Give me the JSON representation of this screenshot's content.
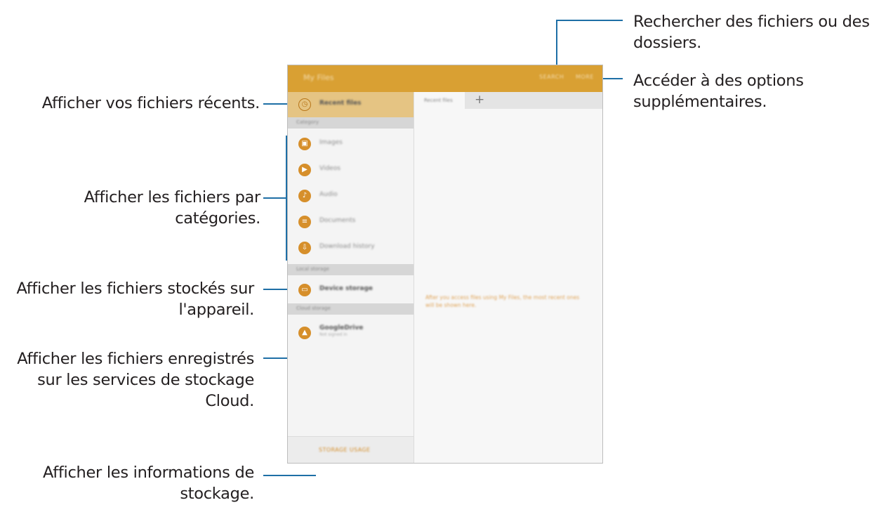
{
  "callouts": {
    "search": [
      "Rechercher des fichiers ou des",
      "dossiers."
    ],
    "more": [
      "Accéder à des options",
      "supplémentaires."
    ],
    "recent": [
      "Afficher vos fichiers récents."
    ],
    "categories": [
      "Afficher les fichiers par",
      "catégories."
    ],
    "device": [
      "Afficher les fichiers stockés sur",
      "l'appareil."
    ],
    "cloud": [
      "Afficher les fichiers enregistrés",
      "sur les services de stockage",
      "Cloud."
    ],
    "storage": [
      "Afficher les informations de",
      "stockage."
    ]
  },
  "app": {
    "title": "My Files",
    "search_label": "SEARCH",
    "more_label": "MORE"
  },
  "sidebar": {
    "recent": {
      "label": "Recent files",
      "icon": "clock-icon"
    },
    "category_header": "Category",
    "categories": [
      {
        "label": "Images",
        "icon": "image-icon"
      },
      {
        "label": "Videos",
        "icon": "video-icon"
      },
      {
        "label": "Audio",
        "icon": "music-note-icon"
      },
      {
        "label": "Documents",
        "icon": "document-icon"
      },
      {
        "label": "Download history",
        "icon": "download-icon"
      }
    ],
    "local_header": "Local storage",
    "device": {
      "label": "Device storage",
      "icon": "device-icon"
    },
    "cloud_header": "Cloud storage",
    "cloud": {
      "label": "GoogleDrive",
      "sub": "Not signed in",
      "icon": "drive-icon"
    },
    "storage_usage": "STORAGE USAGE"
  },
  "content": {
    "tab_label": "Recent files",
    "add_tab": "+",
    "empty_message": "After you access files using My Files, the most recent ones will be shown here."
  },
  "colors": {
    "accent": "#d9a033",
    "leader": "#1e6fa6",
    "icon": "#d68f2b"
  }
}
